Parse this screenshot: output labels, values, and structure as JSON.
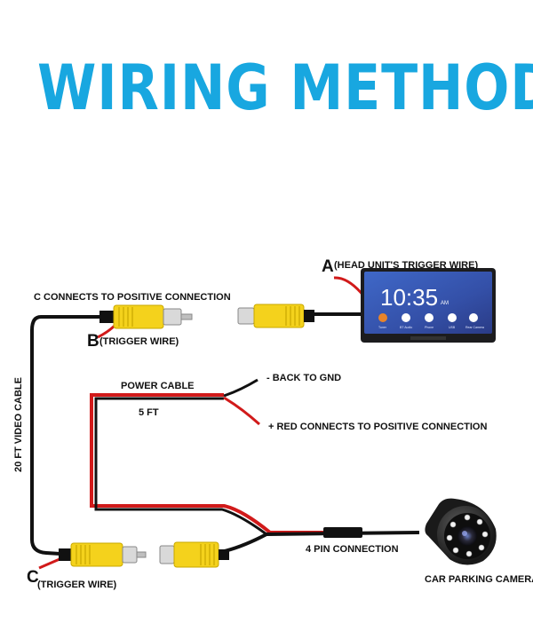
{
  "title": "WIRING METHOD",
  "labels": {
    "a_letter": "A",
    "a_text": "(HEAD UNIT'S TRIGGER WIRE)",
    "c_connects": "C CONNECTS TO POSITIVE CONNECTION",
    "b_letter": "B",
    "b_text": "(TRIGGER WIRE)",
    "power_cable": "POWER CABLE",
    "five_ft": "5 FT",
    "back_to_gnd": "- BACK TO GND",
    "red_connects": "+ RED CONNECTS TO POSITIVE CONNECTION",
    "video_cable": "20 FT VIDEO CABLE",
    "c_letter": "C",
    "c_text": "(TRIGGER WIRE)",
    "four_pin": "4 PIN CONNECTION",
    "camera": "CAR PARKING CAMERA"
  },
  "head_unit": {
    "clock": "10:35",
    "ampm": "AM",
    "apps": [
      "Tuner",
      "BT Audio",
      "Phone",
      "USB",
      "Rear Camera"
    ]
  },
  "colors": {
    "title": "#18a7e0",
    "wire_black": "#111111",
    "wire_red": "#d11a1a",
    "connector_yellow": "#f4d21c"
  }
}
